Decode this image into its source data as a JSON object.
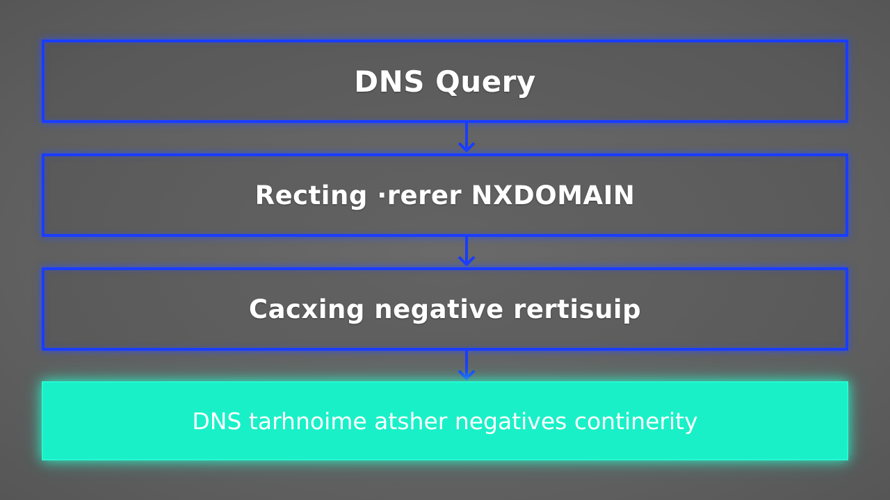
{
  "flow": {
    "steps": [
      {
        "label": "DNS Query"
      },
      {
        "label": "Recting ·rerer NXDOMAIN"
      },
      {
        "label": "Cacxing negative rertisuip"
      },
      {
        "label": "DNS tarhnoime atsher negatives continerity"
      }
    ],
    "colors": {
      "background": "#616161",
      "box_outline": "#1a3cff",
      "arrow": "#1a3cff",
      "final_box_fill": "#19f0c8",
      "text": "#ffffff"
    }
  }
}
